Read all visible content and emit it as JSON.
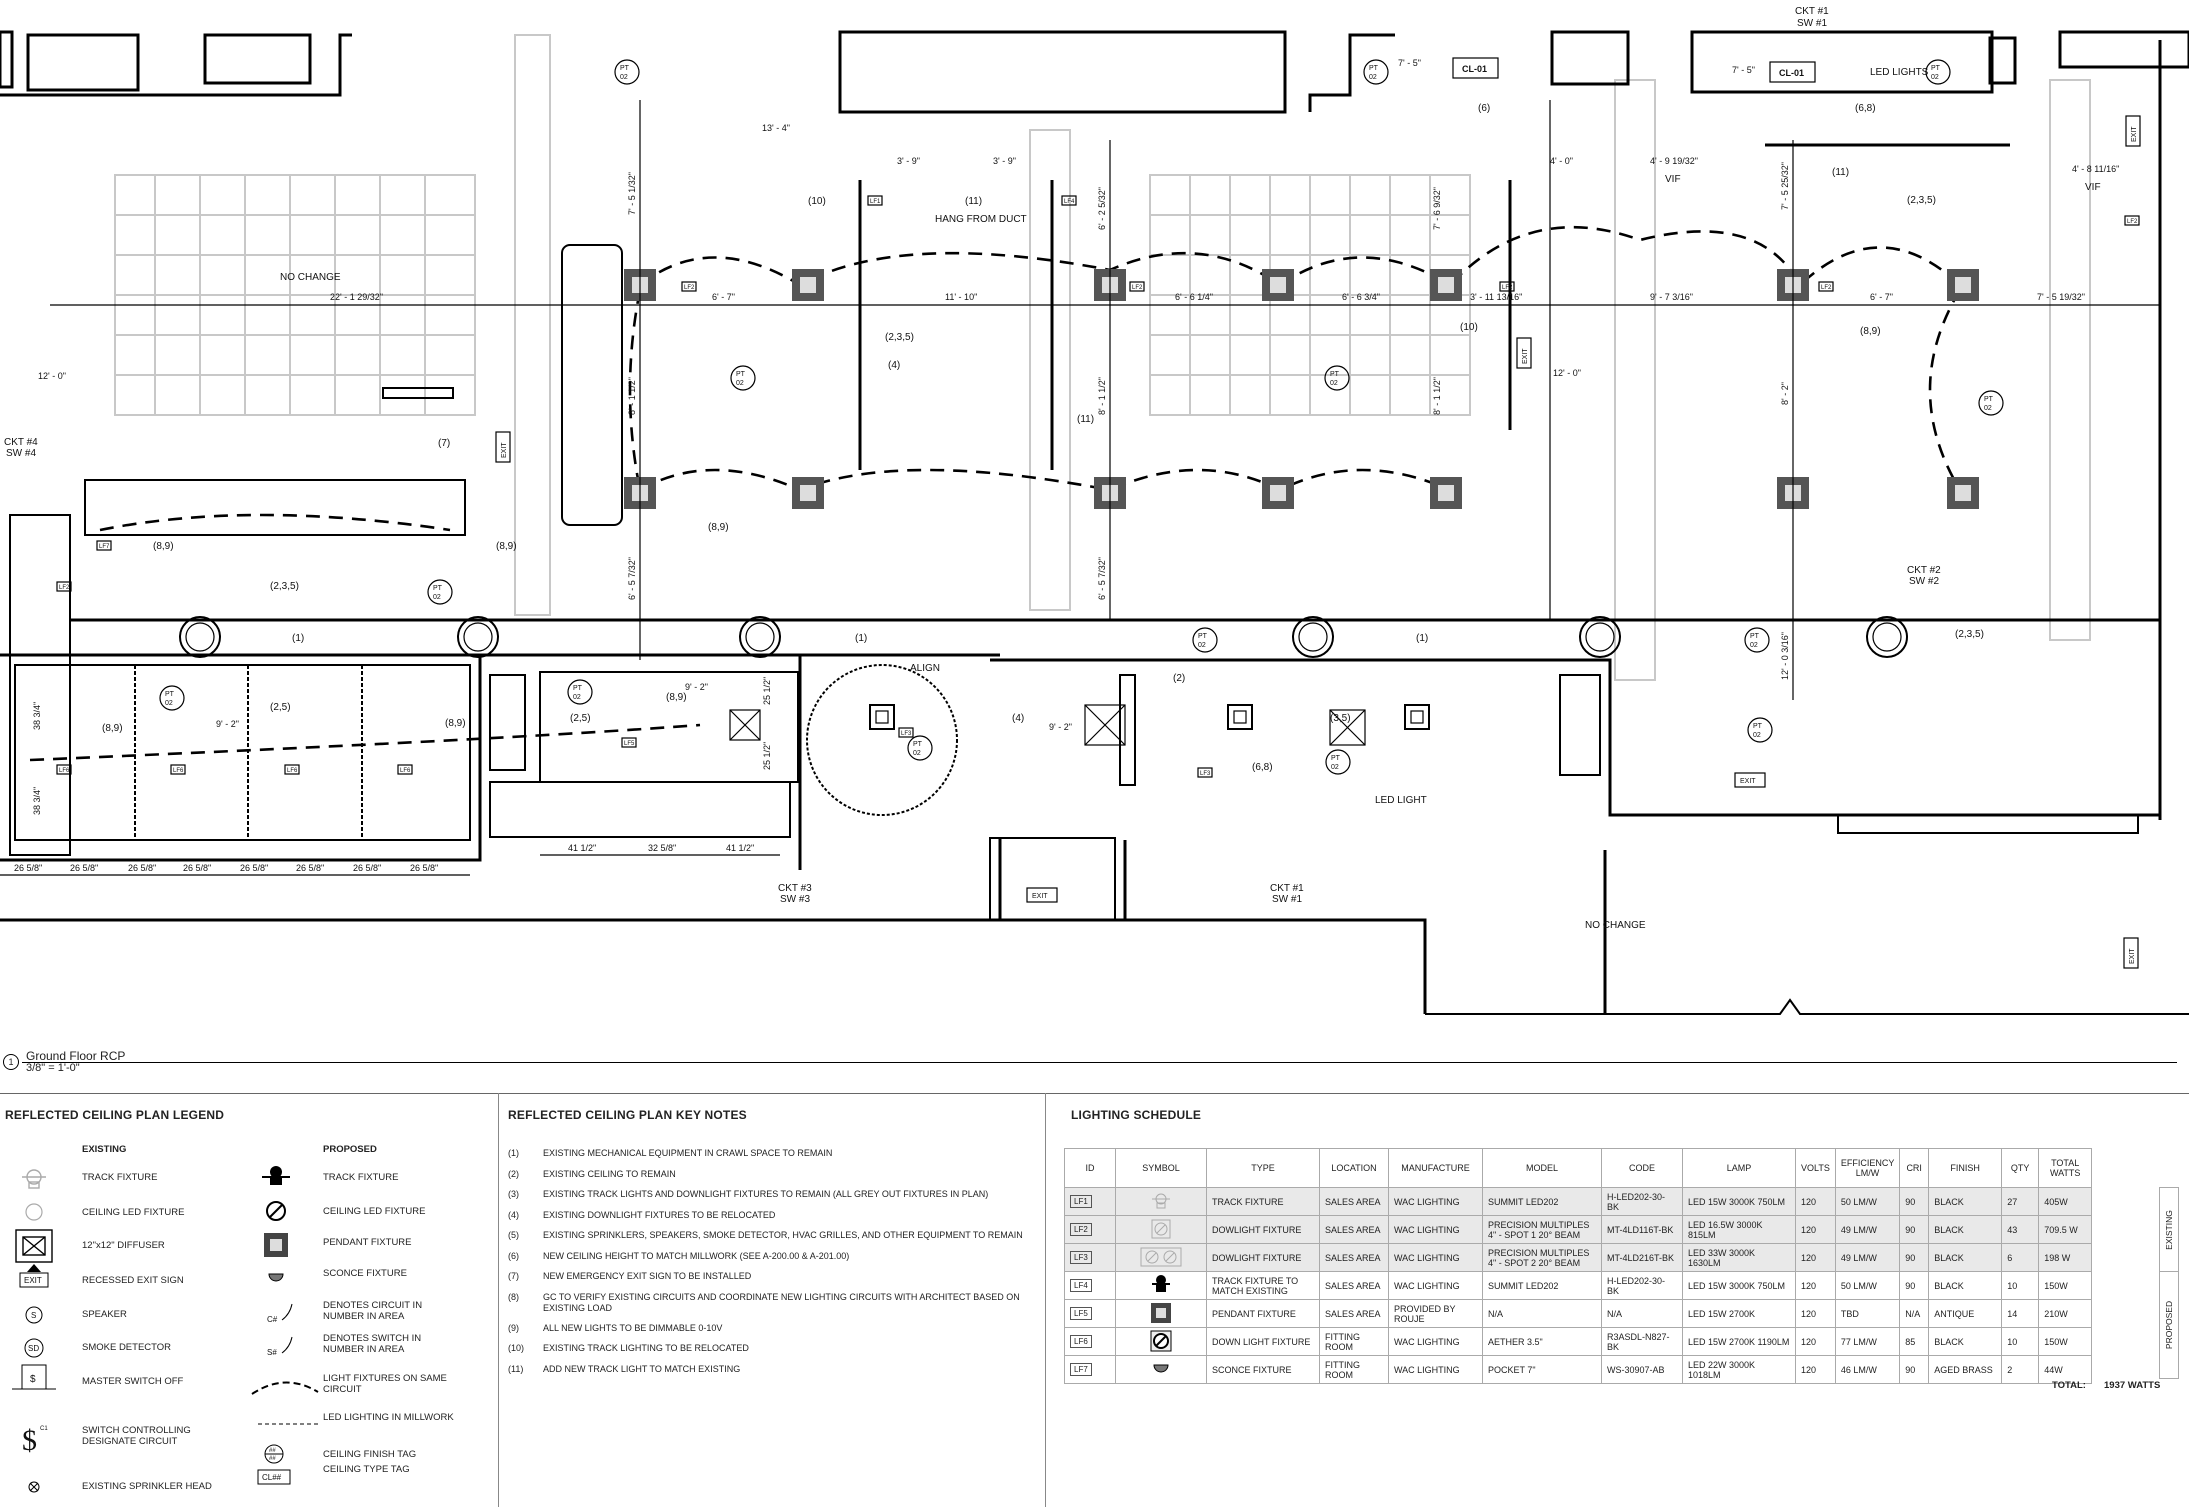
{
  "drawing": {
    "sheet_title": "Ground Floor RCP",
    "scale": "3/8\" = 1'-0\"",
    "view_number": "1",
    "labels": {
      "no_change": "NO CHANGE",
      "hang_from_duct": "HANG FROM DUCT",
      "led_lights": "LED LIGHTS",
      "led_light": "LED LIGHT",
      "align": "ALIGN",
      "vif": "VIF",
      "exit": "EXIT",
      "cl01": "CL-01",
      "pt": "PT",
      "pt_num": "02",
      "ckt1": "CKT #1",
      "sw1": "SW #1",
      "ckt2": "CKT #2",
      "sw2": "SW #2",
      "ckt3": "CKT #3",
      "sw3": "SW #3",
      "ckt4": "CKT #4",
      "sw4": "SW #4"
    },
    "dims": {
      "d13_4": "13' - 4\"",
      "d7_5": "7' - 5\"",
      "d12_0": "12' - 0\"",
      "d9_2": "9' - 2\"",
      "d22": "22' - 1 29/32\"",
      "d6_7": "6' - 7\"",
      "d11_10": "11' - 10\"",
      "d6_6q": "6' - 6 1/4\"",
      "d6_6t": "6' - 6 3/4\"",
      "d3_11": "3' - 11 13/16\"",
      "d9_7": "9' - 7 3/16\"",
      "d7_5_19": "7' - 5 19/32\"",
      "d3_9": "3' - 9\"",
      "d4_0": "4' - 0\"",
      "d4_9": "4' - 9 19/32\"",
      "d4_8": "4' - 8 11/16\"",
      "d7_5_1": "7' - 5 1/32\"",
      "d6_2": "6' - 2 5/32\"",
      "d7_6": "7' - 6 9/32\"",
      "d7_5_25": "7' - 5 25/32\"",
      "d8_1": "8' - 1 1/2\"",
      "d8_2": "8' - 2\"",
      "d6_5": "6' - 5 7/32\"",
      "d12_0_3": "12' - 0 3/16\"",
      "d26": "26 5/8\"",
      "d38": "38 3/4\"",
      "d41": "41 1/2\"",
      "d32": "32 5/8\"",
      "d25": "25 1/2\""
    },
    "callouts": {
      "c1": "(1)",
      "c235": "(2,3,5)",
      "c4": "(4)",
      "c89": "(8,9)",
      "c25": "(2,5)",
      "c2": "(2)",
      "c35": "(3,5)",
      "c68": "(6,8)",
      "c6": "(6)",
      "c7": "(7)",
      "c10": "(10)",
      "c11": "(11)"
    },
    "tags": {
      "lf1": "LF1",
      "lf2": "LF2",
      "lf3": "LF3",
      "lf4": "LF4",
      "lf5": "LF5",
      "lf6": "LF6",
      "lf7": "LF7"
    }
  },
  "legend": {
    "title": "REFLECTED CEILING PLAN LEGEND",
    "existing_header": "EXISTING",
    "proposed_header": "PROPOSED",
    "existing": [
      "TRACK FIXTURE",
      "CEILING LED FIXTURE",
      "12\"x12\" DIFFUSER",
      "RECESSED EXIT SIGN",
      "SPEAKER",
      "SMOKE DETECTOR",
      "MASTER SWITCH OFF",
      "SWITCH CONTROLLING DESIGNATE CIRCUIT",
      "EXISTING SPRINKLER HEAD"
    ],
    "proposed": [
      "TRACK FIXTURE",
      "CEILING LED FIXTURE",
      "PENDANT FIXTURE",
      "SCONCE FIXTURE",
      "DENOTES CIRCUIT IN NUMBER IN AREA",
      "DENOTES SWITCH IN NUMBER IN AREA",
      "LIGHT FIXTURES ON SAME CIRCUIT",
      "LED LIGHTING IN MILLWORK",
      "CEILING FINISH TAG",
      "CEILING TYPE TAG"
    ],
    "sym_text": {
      "exit": "EXIT",
      "speaker": "S",
      "smoke": "SD",
      "c_num": "C#",
      "s_num": "S#",
      "sw_c1": "C1",
      "fin_tag": "##",
      "type_tag": "CL##"
    }
  },
  "keynotes": {
    "title": "REFLECTED CEILING PLAN KEY NOTES",
    "items": [
      {
        "n": "(1)",
        "t": "EXISTING MECHANICAL EQUIPMENT IN CRAWL SPACE TO REMAIN"
      },
      {
        "n": "(2)",
        "t": "EXISTING CEILING TO REMAIN"
      },
      {
        "n": "(3)",
        "t": "EXISTING TRACK LIGHTS AND DOWNLIGHT FIXTURES TO REMAIN (ALL GREY OUT FIXTURES IN PLAN)"
      },
      {
        "n": "(4)",
        "t": "EXISTING DOWNLIGHT FIXTURES TO BE RELOCATED"
      },
      {
        "n": "(5)",
        "t": "EXISTING SPRINKLERS, SPEAKERS, SMOKE DETECTOR, HVAC GRILLES, AND OTHER EQUIPMENT TO REMAIN"
      },
      {
        "n": "(6)",
        "t": "NEW CEILING HEIGHT TO MATCH MILLWORK (SEE A-200.00 & A-201.00)"
      },
      {
        "n": "(7)",
        "t": "NEW EMERGENCY EXIT SIGN TO BE INSTALLED"
      },
      {
        "n": "(8)",
        "t": "GC TO VERIFY EXISTING CIRCUITS AND COORDINATE NEW LIGHTING CIRCUITS WITH ARCHITECT BASED ON EXISTING LOAD"
      },
      {
        "n": "(9)",
        "t": "ALL NEW LIGHTS TO BE DIMMABLE 0-10V"
      },
      {
        "n": "(10)",
        "t": "EXISTING TRACK LIGHTING TO BE RELOCATED"
      },
      {
        "n": "(11)",
        "t": "ADD NEW TRACK LIGHT TO MATCH EXISTING"
      }
    ]
  },
  "schedule": {
    "title": "LIGHTING SCHEDULE",
    "headers": [
      "ID",
      "SYMBOL",
      "TYPE",
      "LOCATION",
      "MANUFACTURE",
      "MODEL",
      "CODE",
      "LAMP",
      "VOLTS",
      "EFFICIENCY LM/W",
      "CRI",
      "FINISH",
      "QTY",
      "TOTAL WATTS"
    ],
    "rows": [
      {
        "id": "LF1",
        "type": "TRACK FIXTURE",
        "location": "SALES AREA",
        "manufacture": "WAC LIGHTING",
        "model": "SUMMIT LED202",
        "code": "H-LED202-30-BK",
        "lamp": "LED 15W 3000K 750LM",
        "volts": "120",
        "eff": "50 LM/W",
        "cri": "90",
        "finish": "BLACK",
        "qty": "27",
        "watts": "405W"
      },
      {
        "id": "LF2",
        "type": "DOWLIGHT FIXTURE",
        "location": "SALES AREA",
        "manufacture": "WAC LIGHTING",
        "model": "PRECISION MULTIPLES 4\" - SPOT 1 20° BEAM",
        "code": "MT-4LD116T-BK",
        "lamp": "LED 16.5W 3000K 815LM",
        "volts": "120",
        "eff": "49 LM/W",
        "cri": "90",
        "finish": "BLACK",
        "qty": "43",
        "watts": "709.5 W"
      },
      {
        "id": "LF3",
        "type": "DOWLIGHT FIXTURE",
        "location": "SALES AREA",
        "manufacture": "WAC LIGHTING",
        "model": "PRECISION MULTIPLES 4\" - SPOT 2 20° BEAM",
        "code": "MT-4LD216T-BK",
        "lamp": "LED 33W 3000K 1630LM",
        "volts": "120",
        "eff": "49 LM/W",
        "cri": "90",
        "finish": "BLACK",
        "qty": "6",
        "watts": "198 W"
      },
      {
        "id": "LF4",
        "type": "TRACK FIXTURE TO MATCH EXISTING",
        "location": "SALES AREA",
        "manufacture": "WAC LIGHTING",
        "model": "SUMMIT LED202",
        "code": "H-LED202-30-BK",
        "lamp": "LED 15W 3000K 750LM",
        "volts": "120",
        "eff": "50 LM/W",
        "cri": "90",
        "finish": "BLACK",
        "qty": "10",
        "watts": "150W"
      },
      {
        "id": "LF5",
        "type": "PENDANT FIXTURE",
        "location": "SALES AREA",
        "manufacture": "PROVIDED BY ROUJE",
        "model": "N/A",
        "code": "N/A",
        "lamp": "LED 15W 2700K",
        "volts": "120",
        "eff": "TBD",
        "cri": "N/A",
        "finish": "ANTIQUE",
        "qty": "14",
        "watts": "210W"
      },
      {
        "id": "LF6",
        "type": "DOWN LIGHT FIXTURE",
        "location": "FITTING ROOM",
        "manufacture": "WAC LIGHTING",
        "model": "AETHER 3.5\"",
        "code": "R3ASDL-N827-BK",
        "lamp": "LED 15W 2700K 1190LM",
        "volts": "120",
        "eff": "77 LM/W",
        "cri": "85",
        "finish": "BLACK",
        "qty": "10",
        "watts": "150W"
      },
      {
        "id": "LF7",
        "type": "SCONCE FIXTURE",
        "location": "FITTING ROOM",
        "manufacture": "WAC LIGHTING",
        "model": "POCKET 7\"",
        "code": "WS-30907-AB",
        "lamp": "LED 22W 3000K 1018LM",
        "volts": "120",
        "eff": "46 LM/W",
        "cri": "90",
        "finish": "AGED BRASS",
        "qty": "2",
        "watts": "44W"
      }
    ],
    "group_existing": "EXISTING",
    "group_proposed": "PROPOSED",
    "total_label": "TOTAL:",
    "total_value": "1937 WATTS"
  }
}
